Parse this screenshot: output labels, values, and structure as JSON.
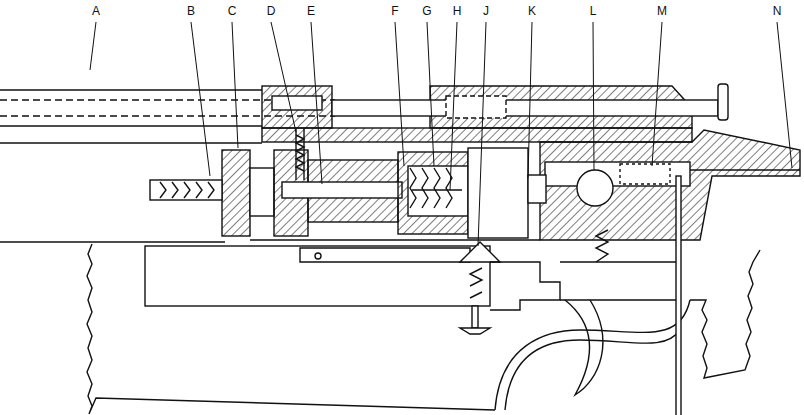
{
  "diagram": {
    "labels": [
      "A",
      "B",
      "C",
      "D",
      "E",
      "F",
      "G",
      "H",
      "J",
      "K",
      "L",
      "M",
      "N"
    ]
  }
}
